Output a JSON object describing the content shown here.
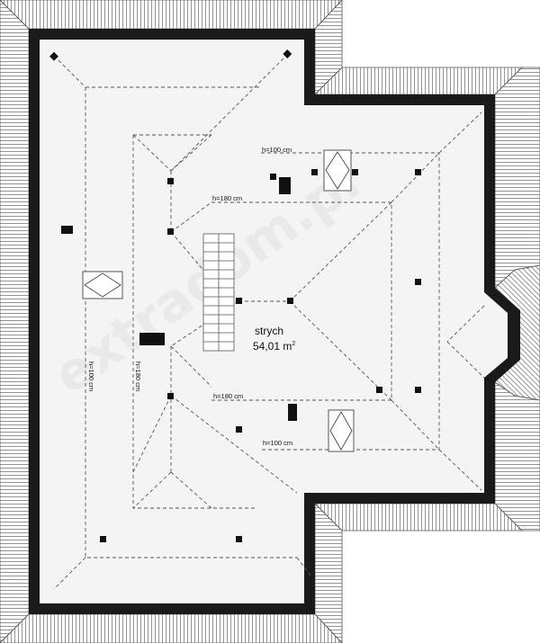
{
  "room": {
    "name": "strych",
    "area": "54,01 m",
    "area_sup": "2"
  },
  "heights": {
    "top_outer": "h=100 cm",
    "top_inner": "h=180 cm",
    "bottom_inner": "h=180 cm",
    "bottom_outer": "h=100 cm",
    "left_outer": "h=100 cm",
    "left_inner": "h=180 cm"
  },
  "watermark": "extradom.pl",
  "colors": {
    "wall": "#1a1a1a",
    "floor": "#f4f4f4",
    "roof_hatch": "#7a7a7a",
    "dashed": "#555555"
  }
}
